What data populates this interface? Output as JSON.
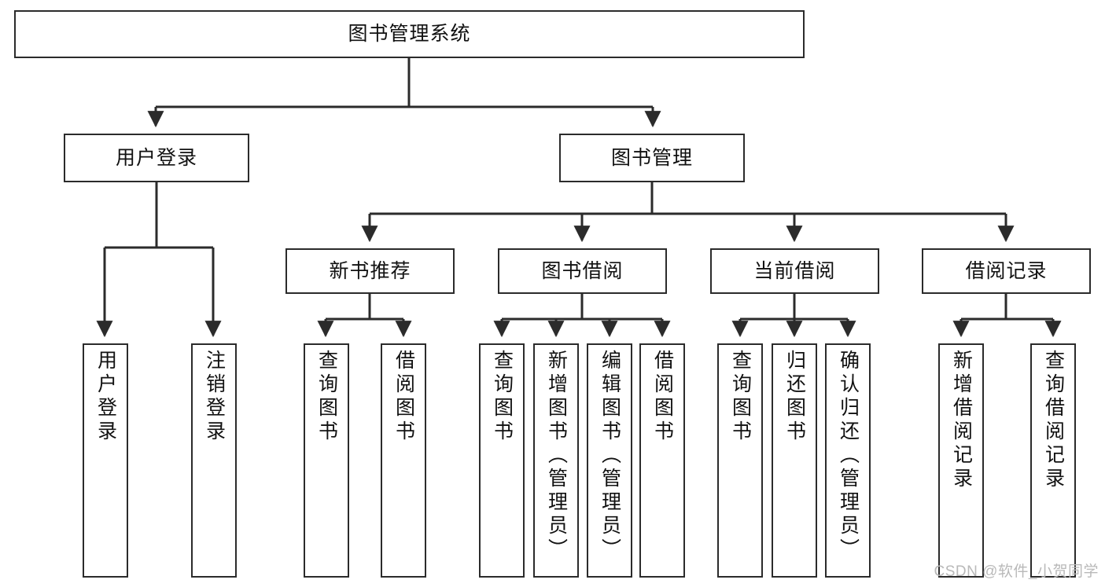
{
  "diagram": {
    "title": "图书管理系统",
    "watermark": "CSDN @软件_小贺同学",
    "colors": {
      "stroke": "#2b2b2b",
      "fill": "#ffffff",
      "text": "#111111",
      "watermark": "#b9b9b9"
    },
    "root": {
      "label": "图书管理系统"
    },
    "level2": [
      {
        "label": "用户登录"
      },
      {
        "label": "图书管理"
      }
    ],
    "level3": [
      {
        "label": "新书推荐"
      },
      {
        "label": "图书借阅"
      },
      {
        "label": "当前借阅"
      },
      {
        "label": "借阅记录"
      }
    ],
    "leaves": {
      "user_login": [
        {
          "label": "用户登录"
        },
        {
          "label": "注销登录"
        }
      ],
      "new_book": [
        {
          "label": "查询图书"
        },
        {
          "label": "借阅图书"
        }
      ],
      "book_borrow": [
        {
          "label": "查询图书"
        },
        {
          "label": "新增图书（管理员）"
        },
        {
          "label": "编辑图书（管理员）"
        },
        {
          "label": "借阅图书"
        }
      ],
      "current_borrow": [
        {
          "label": "查询图书"
        },
        {
          "label": "归还图书"
        },
        {
          "label": "确认归还（管理员）"
        }
      ],
      "borrow_record": [
        {
          "label": "新增借阅记录"
        },
        {
          "label": "查询借阅记录"
        }
      ]
    }
  }
}
